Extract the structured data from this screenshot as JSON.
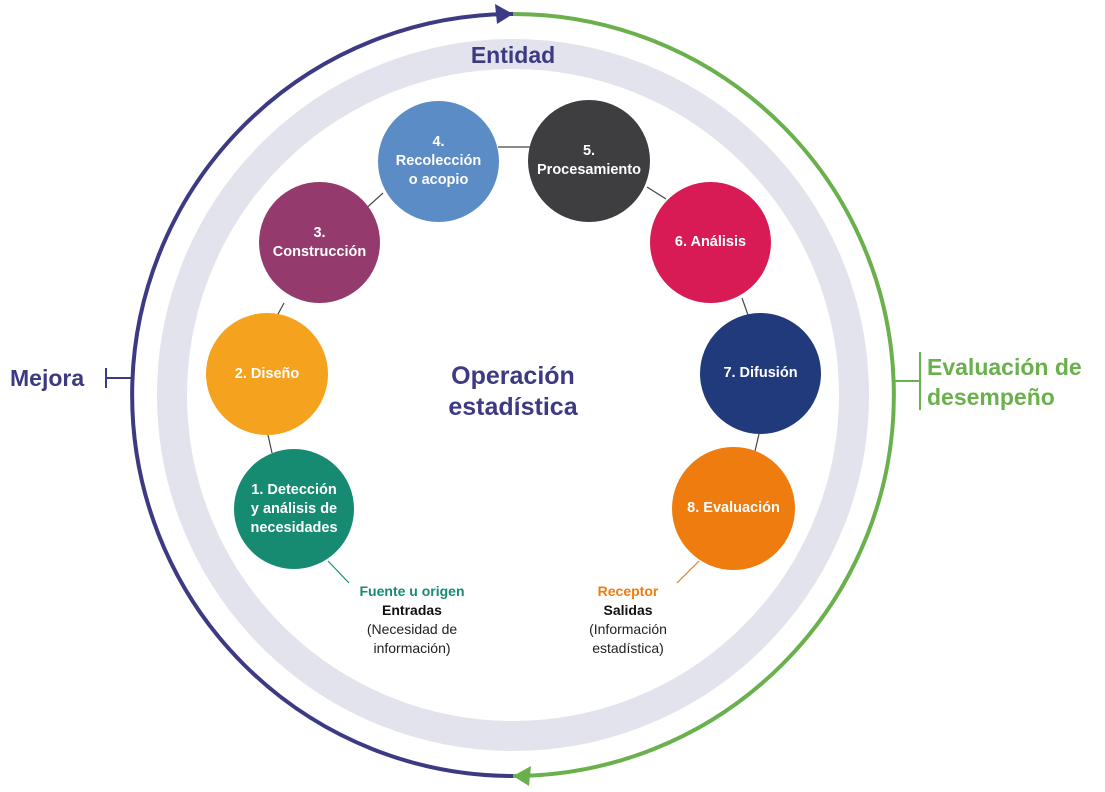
{
  "entity_label": "Entidad",
  "center_title": "Operación\nestadística",
  "improvement_label": "Mejora",
  "evaluation_label": "Evaluación de\ndesempeño",
  "colors": {
    "improvement_arc": "#3c3a82",
    "evaluation_arc": "#6ab04c",
    "entity_ring": "#e2e3ec",
    "connector": "#444444"
  },
  "phases": [
    {
      "label": "1. Detección\ny análisis de\nnecesidades",
      "color": "#178a72"
    },
    {
      "label": "2. Diseño",
      "color": "#f5a31e"
    },
    {
      "label": "3.\nConstrucción",
      "color": "#943a6c"
    },
    {
      "label": "4. Recolección\no acopio",
      "color": "#5b8cc6"
    },
    {
      "label": "5.\nProcesamiento",
      "color": "#3e3e40"
    },
    {
      "label": "6. Análisis",
      "color": "#d81b55"
    },
    {
      "label": "7. Difusión",
      "color": "#213a7c"
    },
    {
      "label": "8. Evaluación",
      "color": "#ee7c0f"
    }
  ],
  "inputs": {
    "role": "Fuente u origen",
    "kind": "Entradas",
    "description": "(Necesidad de\ninformación)",
    "role_color": "#178a72"
  },
  "outputs": {
    "role": "Receptor",
    "kind": "Salidas",
    "description": "(Información\nestadística)",
    "role_color": "#ee7c0f"
  }
}
